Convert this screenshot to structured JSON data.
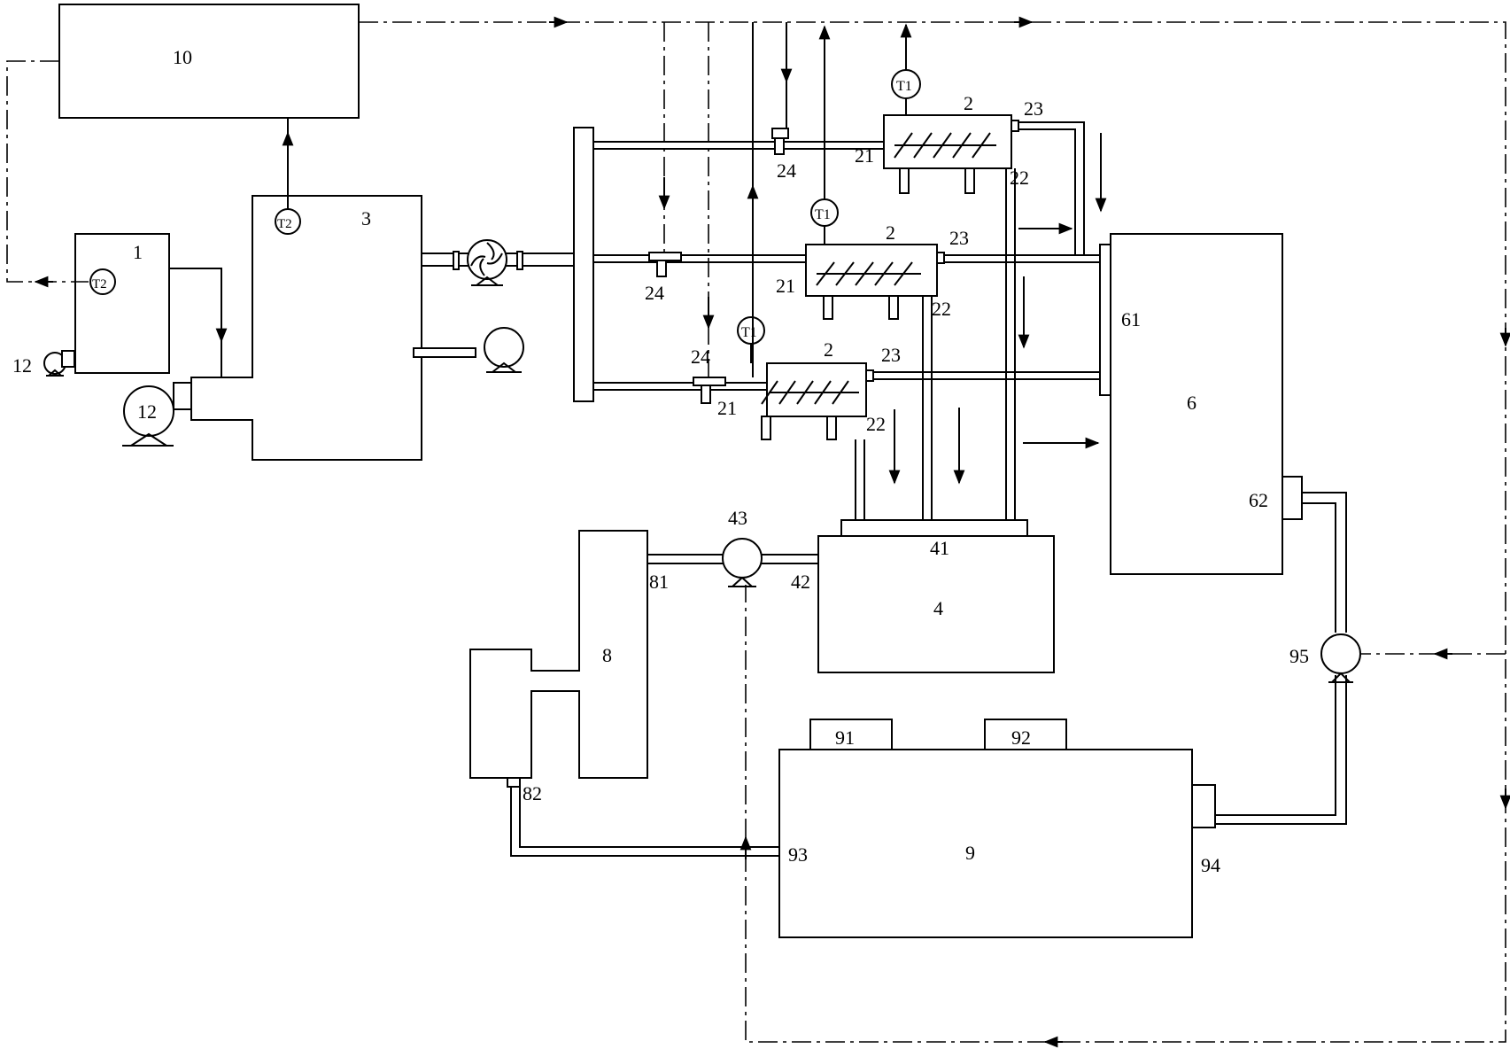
{
  "labels": {
    "n10": "10",
    "n3": "3",
    "n1": "1",
    "n12a": "12",
    "n12b": "12",
    "t2a": "T2",
    "t2b": "T2",
    "n2a": "2",
    "n2b": "2",
    "n2c": "2",
    "t1a": "T1",
    "t1b": "T1",
    "t1c": "T1",
    "n21a": "21",
    "n21b": "21",
    "n21c": "21",
    "n22a": "22",
    "n22b": "22",
    "n22c": "22",
    "n23a": "23",
    "n23b": "23",
    "n23c": "23",
    "n24a": "24",
    "n24b": "24",
    "n24c": "24",
    "n6": "6",
    "n61": "61",
    "n62": "62",
    "n4": "4",
    "n41": "41",
    "n42": "42",
    "n43": "43",
    "n8": "8",
    "n81": "81",
    "n82": "82",
    "n9": "9",
    "n91": "91",
    "n92": "92",
    "n93": "93",
    "n94": "94",
    "n95": "95"
  }
}
